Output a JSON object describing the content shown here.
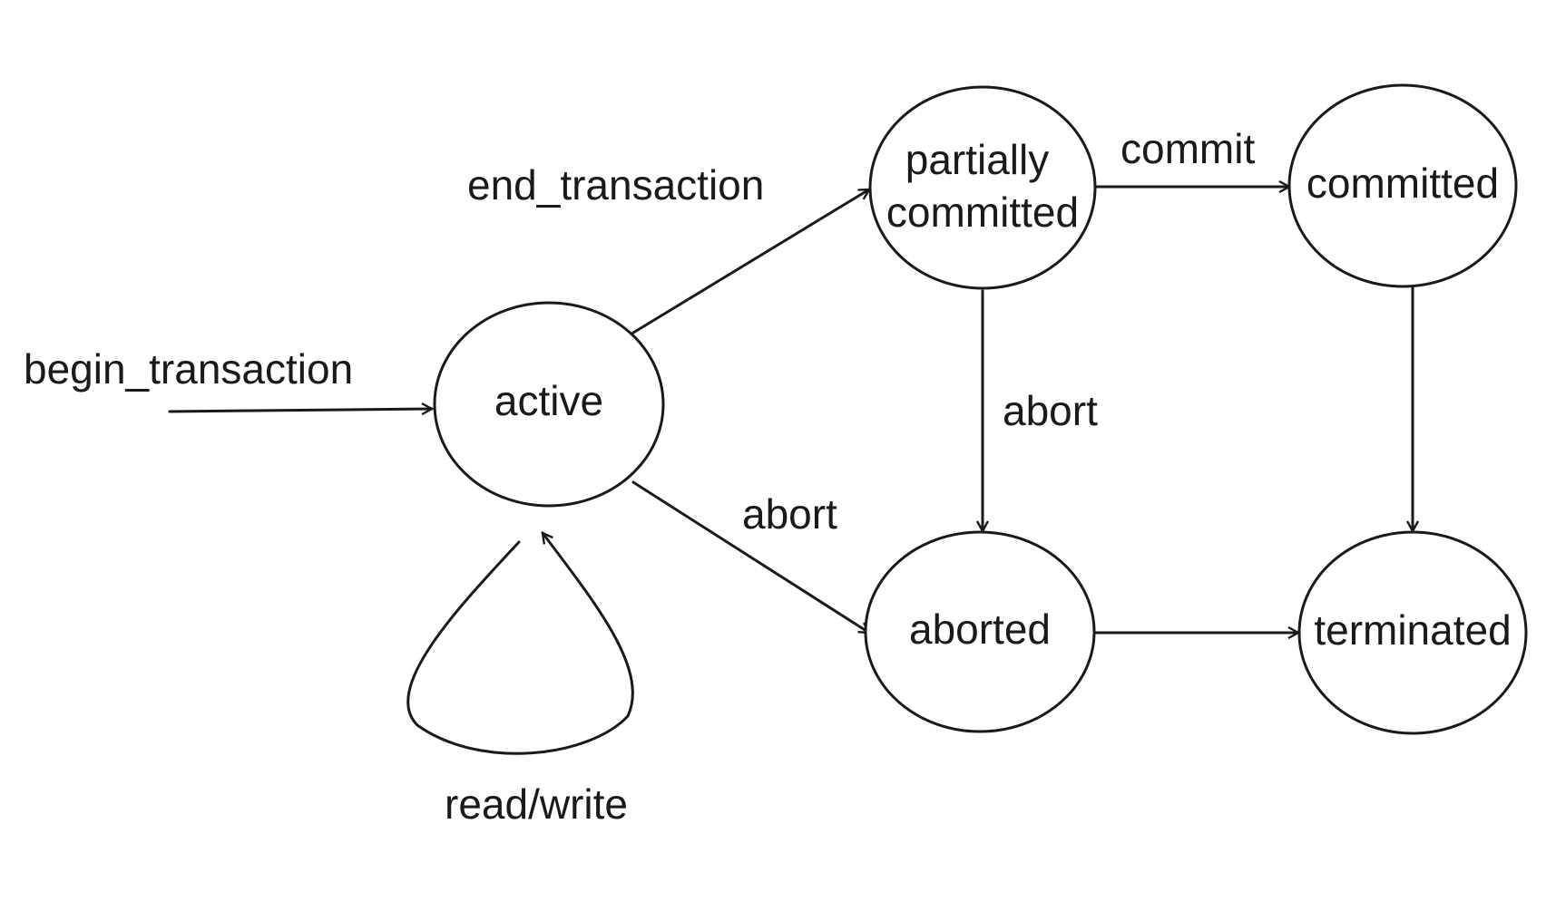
{
  "states": {
    "active": {
      "label": "active"
    },
    "partially_committed": {
      "label_line1": "partially",
      "label_line2": "committed"
    },
    "committed": {
      "label": "committed"
    },
    "aborted": {
      "label": "aborted"
    },
    "terminated": {
      "label": "terminated"
    }
  },
  "transitions": {
    "begin_transaction": {
      "label": "begin_transaction"
    },
    "end_transaction": {
      "label": "end_transaction"
    },
    "commit": {
      "label": "commit"
    },
    "abort_from_partially_committed": {
      "label": "abort"
    },
    "abort_from_active": {
      "label": "abort"
    },
    "read_write": {
      "label": "read/write"
    }
  },
  "colors": {
    "ink": "#1a1a1a",
    "background": "#ffffff"
  }
}
